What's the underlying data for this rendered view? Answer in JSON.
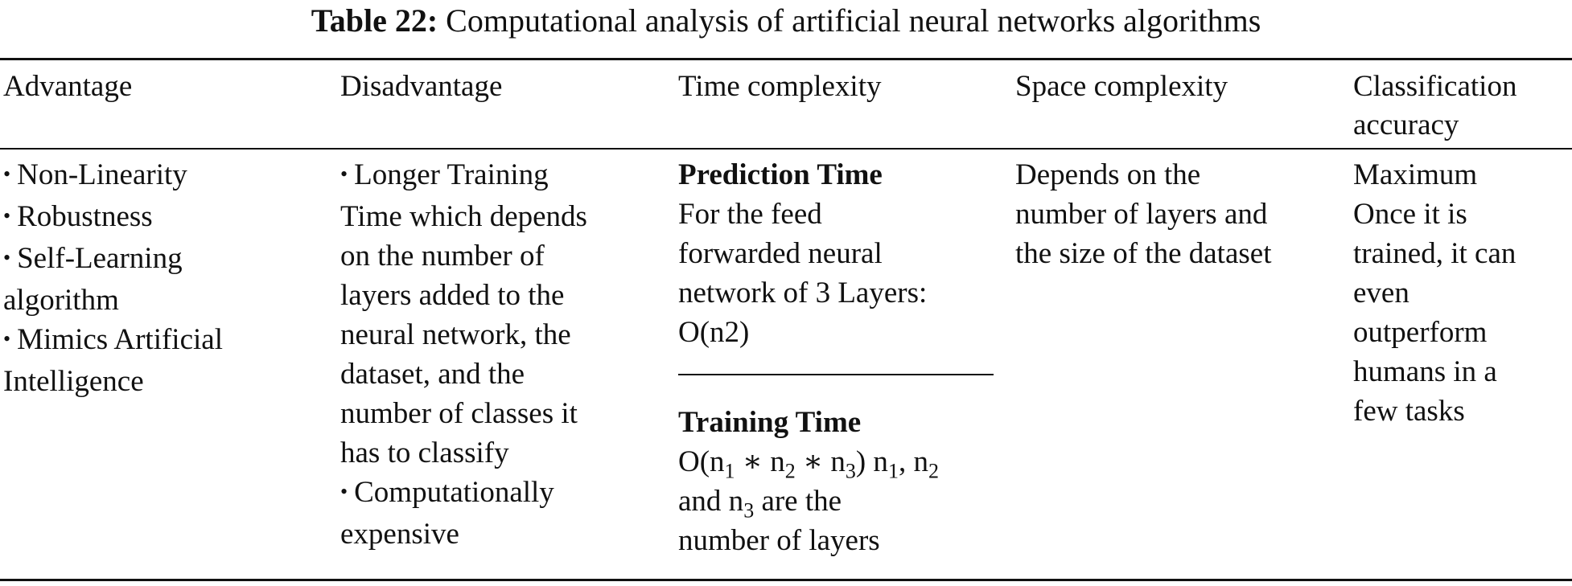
{
  "caption": {
    "label": "Table 22:",
    "text": "Computational analysis of artificial neural networks algorithms"
  },
  "headers": {
    "advantage": "Advantage",
    "disadvantage": "Disadvantage",
    "time": "Time complexity",
    "space": "Space complexity",
    "accuracy_line1": "Classification",
    "accuracy_line2": "accuracy"
  },
  "advantage": {
    "bullet": "•",
    "lines": [
      "Non-Linearity",
      "Robustness",
      "Self-Learning",
      "algorithm",
      "Mimics Artificial",
      "Intelligence"
    ]
  },
  "disadvantage": {
    "bullet": "•",
    "lines": [
      "Longer Training",
      "Time which depends",
      "on the number of",
      "layers added to the",
      "neural network, the",
      "dataset, and the",
      "number of classes it",
      "has to classify",
      "Computationally",
      "expensive"
    ]
  },
  "time_complexity": {
    "prediction_heading": "Prediction Time",
    "prediction_lines": [
      "For the feed",
      "forwarded neural",
      "network of 3 Layers:",
      "O(n2)"
    ],
    "training_heading": "Training Time",
    "training_formula": {
      "o_open": "O(n",
      "s1": "1",
      "op1": " ∗ n",
      "s2": "2",
      "op2": " ∗ n",
      "s3": "3",
      "close": ") n",
      "s1b": "1",
      "sep": ", n",
      "s2b": "2"
    },
    "training_line2": {
      "pre": "and n",
      "sub": "3",
      "post": " are the"
    },
    "training_line3": "number of layers"
  },
  "space_complexity": {
    "lines": [
      "Depends on the",
      "number of layers and",
      "the size of the dataset"
    ]
  },
  "accuracy": {
    "lines": [
      "Maximum",
      "Once it is",
      "trained, it can",
      "even",
      "outperform",
      "humans in a",
      "few tasks"
    ]
  }
}
